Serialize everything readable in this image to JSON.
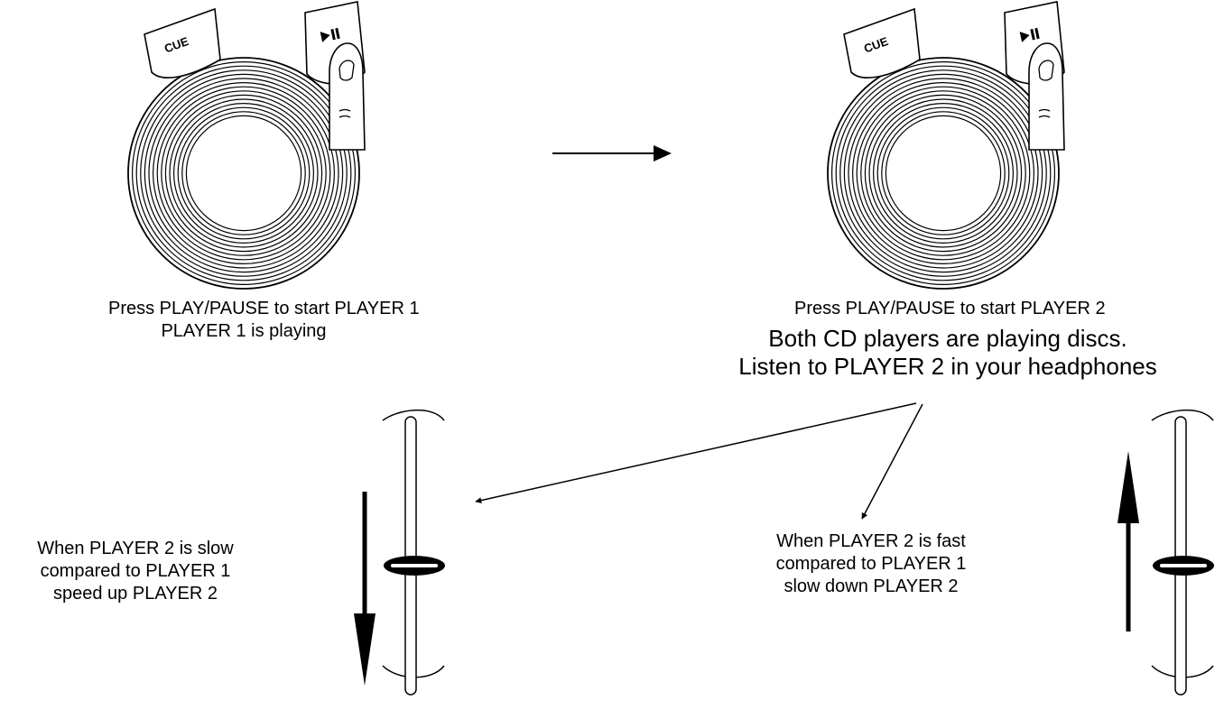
{
  "player1": {
    "cue_label": "CUE",
    "caption_line1": "Press PLAY/PAUSE to start PLAYER 1",
    "caption_line2": "PLAYER 1 is playing"
  },
  "player2": {
    "cue_label": "CUE",
    "caption_line1": "Press PLAY/PAUSE to start PLAYER 2"
  },
  "status": {
    "line1": "Both CD players are playing discs.",
    "line2": "Listen to PLAYER 2 in your headphones"
  },
  "slow_note": {
    "line1": "When PLAYER 2 is slow",
    "line2": "compared to PLAYER 1",
    "line3": "speed up PLAYER 2"
  },
  "fast_note": {
    "line1": "When PLAYER 2 is fast",
    "line2": "compared to PLAYER 1",
    "line3": "slow down PLAYER 2"
  },
  "colors": {
    "ink": "#000000",
    "paper": "#ffffff"
  },
  "icons": [
    "cd-disc-icon",
    "cue-button-icon",
    "play-pause-button-icon",
    "finger-icon",
    "arrow-right-icon",
    "pitch-fader-icon",
    "arrow-down-icon",
    "arrow-up-icon"
  ]
}
